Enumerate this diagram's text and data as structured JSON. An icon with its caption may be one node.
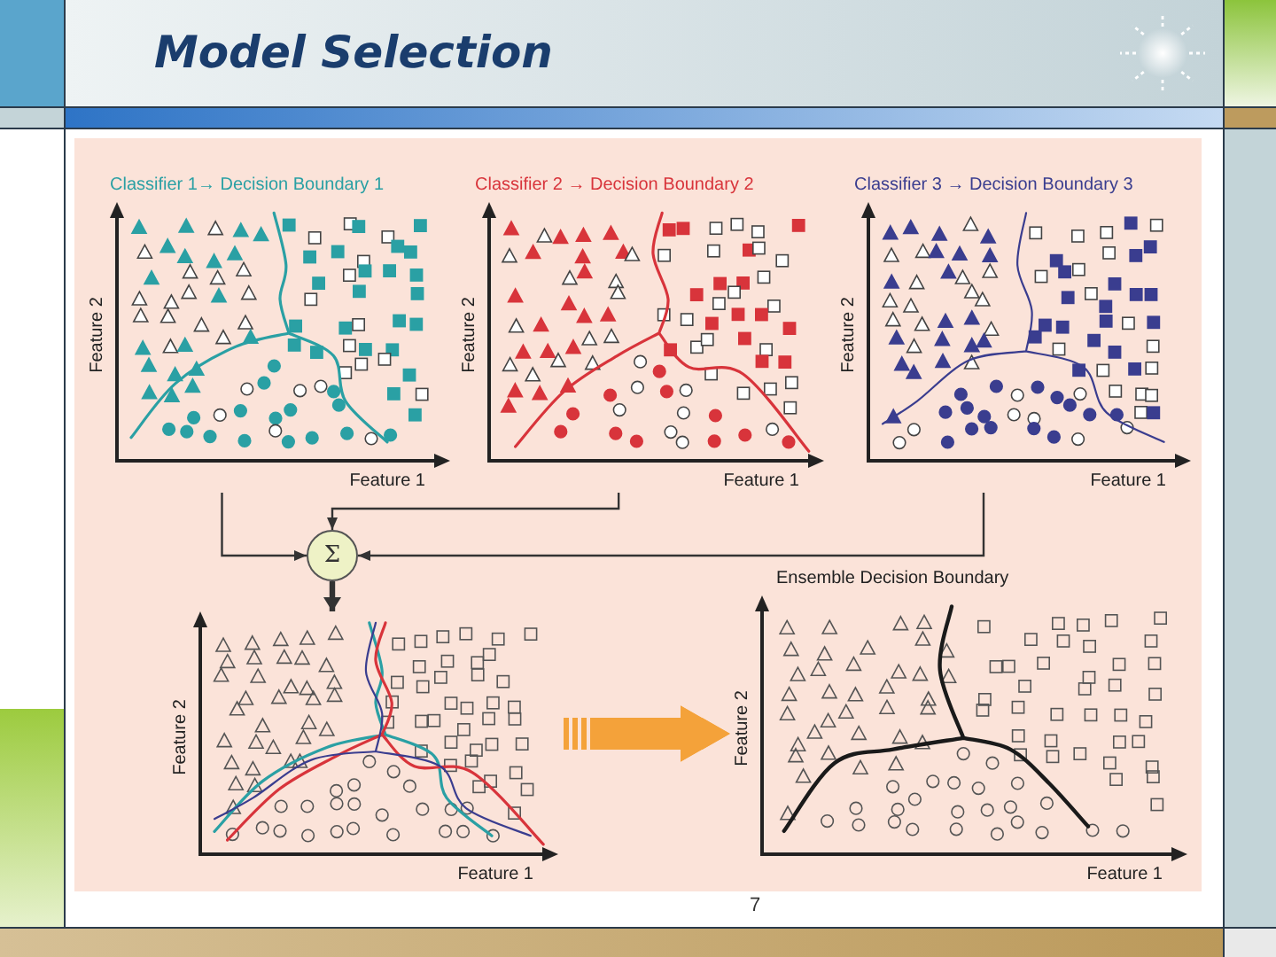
{
  "diagram": {
    "title": "Model Selection",
    "nodes": [
      {
        "text": [
          "Classifier 1→ Decision Boundary 1",
          "Feature 2",
          "Feature 1"
        ]
      },
      {
        "text": [
          "Classifier 2 → Decision Boundary 2",
          "Feature 2",
          "Feature 1"
        ]
      },
      {
        "text": [
          "Classifier 3 → Decision Boundary 3",
          "Feature 2",
          "Feature 1"
        ]
      },
      {
        "text": [
          "Σ"
        ]
      },
      {
        "text": [
          "Feature 2",
          "Feature 1"
        ]
      },
      {
        "text": [
          "Ensemble Decision Boundary",
          "Feature 2",
          "Feature 1"
        ]
      }
    ],
    "edges": [
      {
        "from": 0,
        "to": 3,
        "arrow": "to"
      },
      {
        "from": 1,
        "to": 3,
        "arrow": "to"
      },
      {
        "from": 2,
        "to": 3,
        "arrow": "to"
      },
      {
        "from": 3,
        "to": 4,
        "arrow": "to",
        "style": "thick"
      },
      {
        "from": 4,
        "to": 5,
        "arrow": "to",
        "style": "thick",
        "color": "#f4a23a"
      }
    ],
    "labels": [
      "7"
    ]
  }
}
